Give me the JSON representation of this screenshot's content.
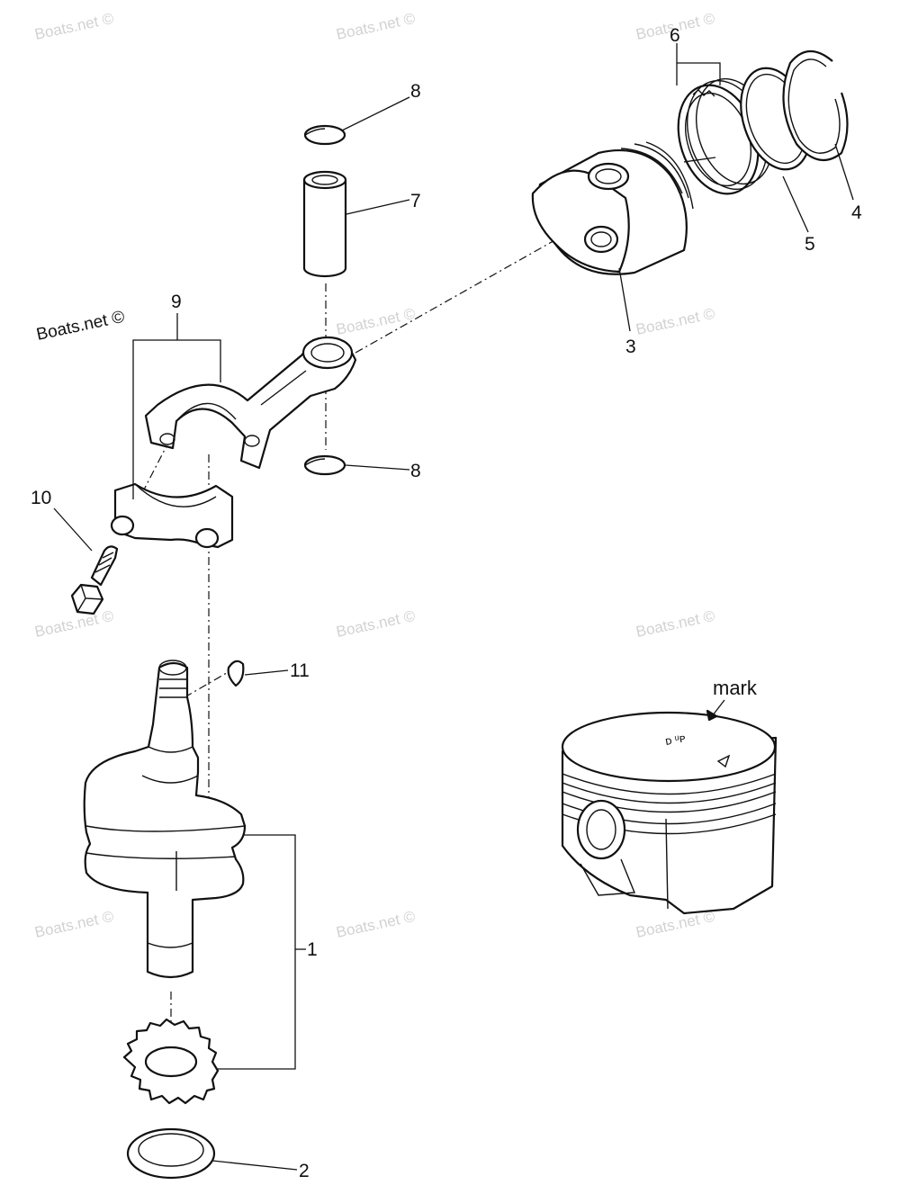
{
  "watermark": "Boats.net ©",
  "brand_label": "Boats.net ©",
  "mark_label": "mark",
  "callouts": {
    "c1": "1",
    "c2": "2",
    "c3": "3",
    "c4": "4",
    "c5": "5",
    "c6": "6",
    "c7": "7",
    "c8_top": "8",
    "c8_bottom": "8",
    "c9": "9",
    "c10": "10",
    "c11": "11"
  }
}
